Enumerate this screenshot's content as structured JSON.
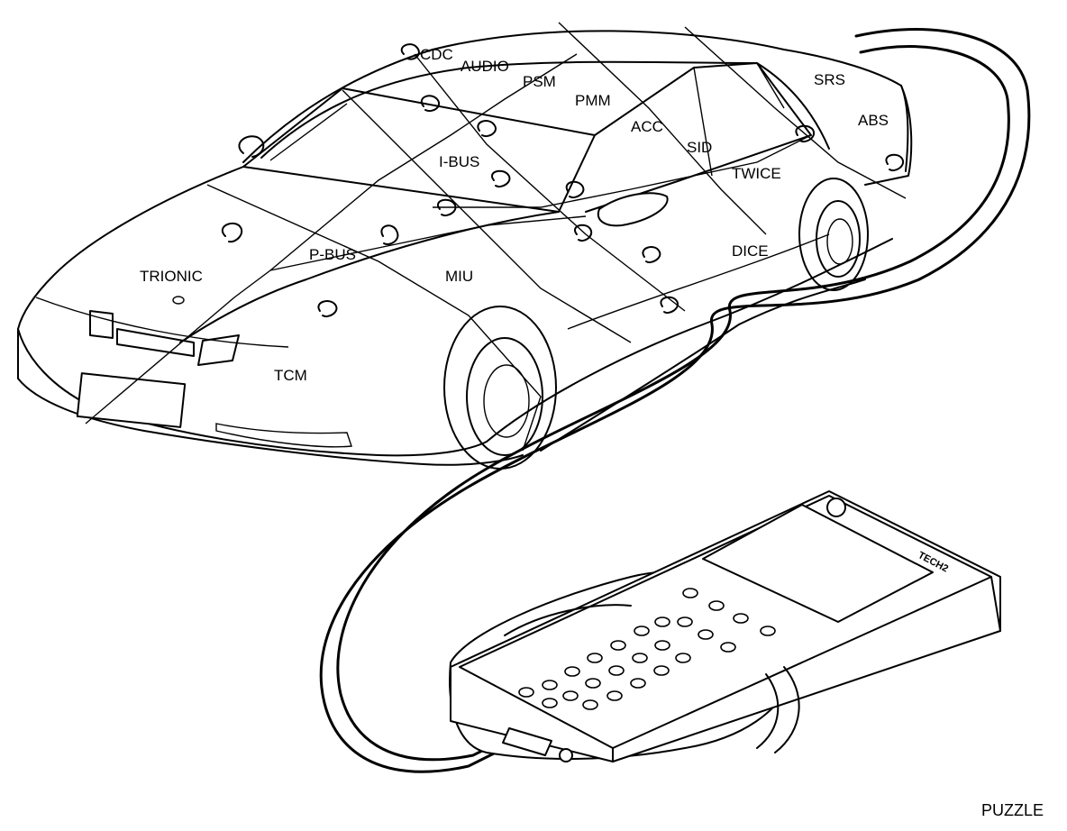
{
  "caption": "PUZZLE",
  "modules": {
    "cdc": "CDC",
    "audio": "AUDIO",
    "psm": "PSM",
    "pmm": "PMM",
    "srs": "SRS",
    "abs": "ABS",
    "acc": "ACC",
    "ibus": "I-BUS",
    "sid": "SID",
    "twice": "TWICE",
    "trionic": "TRIONIC",
    "pbus": "P-BUS",
    "miu": "MIU",
    "dice": "DICE",
    "tcm": "TCM"
  },
  "tool_label": "TECH2"
}
